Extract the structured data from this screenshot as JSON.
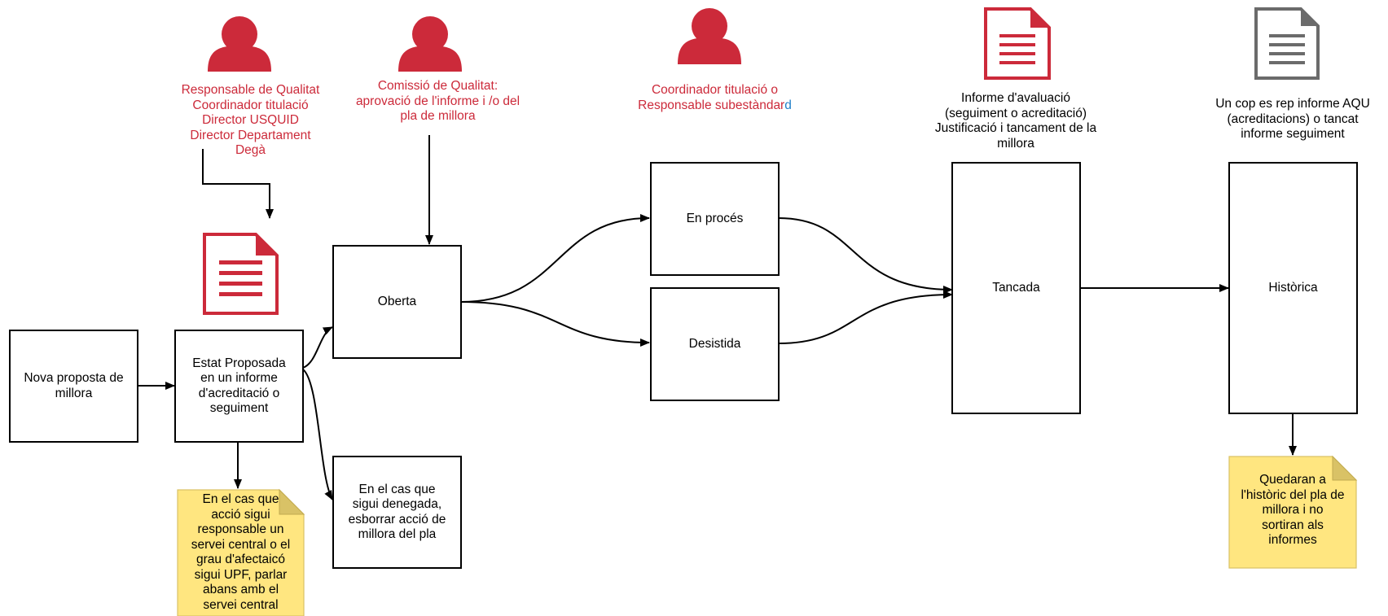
{
  "colors": {
    "accent_red": "#cc2a3a",
    "doc_gray": "#6b6b6b",
    "note_yellow": "#ffe680",
    "link_blue": "#1f7fc8"
  },
  "icons": [
    "person-icon",
    "document-icon"
  ],
  "roles": {
    "responsables": [
      "Responsable de Qualitat",
      "Coordinador titulació",
      "Director USQUID",
      "Director Departament",
      "Degà"
    ],
    "comissio": [
      "Comissió de Qualitat:",
      "aprovació de l'informe i /o del",
      "pla de millora"
    ],
    "coordinador": {
      "line1": "Coordinador titulació o",
      "line2_main": "Responsable subestàndar",
      "line2_tail": "d"
    },
    "informe": [
      "Informe d'avaluació",
      "(seguiment o acreditació)",
      "Justificació i tancament de la",
      "millora"
    ],
    "cop_rep": [
      "Un cop es rep informe AQU",
      "(acreditacions)  o tancat",
      "informe seguiment"
    ]
  },
  "states": {
    "nova": [
      "Nova proposta de",
      "millora"
    ],
    "proposada": [
      "Estat Proposada",
      "en un informe",
      "d'acreditació o",
      "seguiment"
    ],
    "oberta": "Oberta",
    "en_proces": "En procés",
    "desistida": "Desistida",
    "tancada": "Tancada",
    "historica": "Històrica",
    "denegada": [
      "En el cas que",
      "sigui denegada,",
      "esborrar acció de",
      "millora del pla"
    ]
  },
  "notes": {
    "servei_central": [
      "En el cas que",
      "acció sigui",
      "responsable un",
      "servei central o el",
      "grau d'afectaicó",
      "sigui UPF, parlar",
      "abans amb el",
      "servei central"
    ],
    "historic": [
      "Quedaran a",
      "l'històric del pla de",
      "millora i no",
      "sortiran als",
      "informes"
    ]
  }
}
